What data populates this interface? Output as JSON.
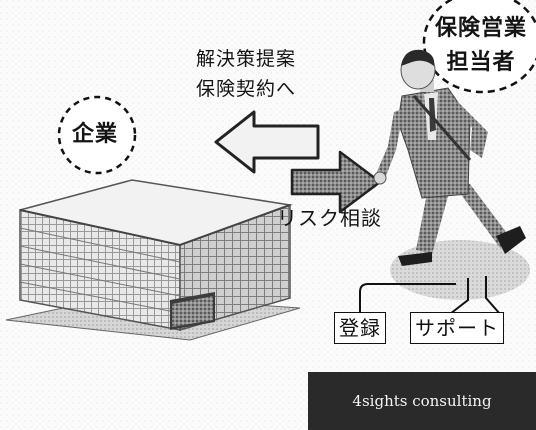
{
  "proposal_lines": [
    "解決策提案",
    "保険契約へ"
  ],
  "company_label": "企業",
  "role_label_lines": [
    "保険営業",
    "担当者"
  ],
  "risk_label": "リスク相談",
  "register_label": "登録",
  "support_label": "サポート",
  "company_name": "4sights consulting",
  "colors": {
    "arrow_left_fill": "#f2f2f2",
    "arrow_right_fill": "#6a6a6a",
    "footer_bg": "#2a2a2a",
    "building": "#8a8a8a"
  },
  "icons": [
    "office-building-illustration",
    "walking-businessman-illustration",
    "left-arrow-icon",
    "right-arrow-icon"
  ]
}
